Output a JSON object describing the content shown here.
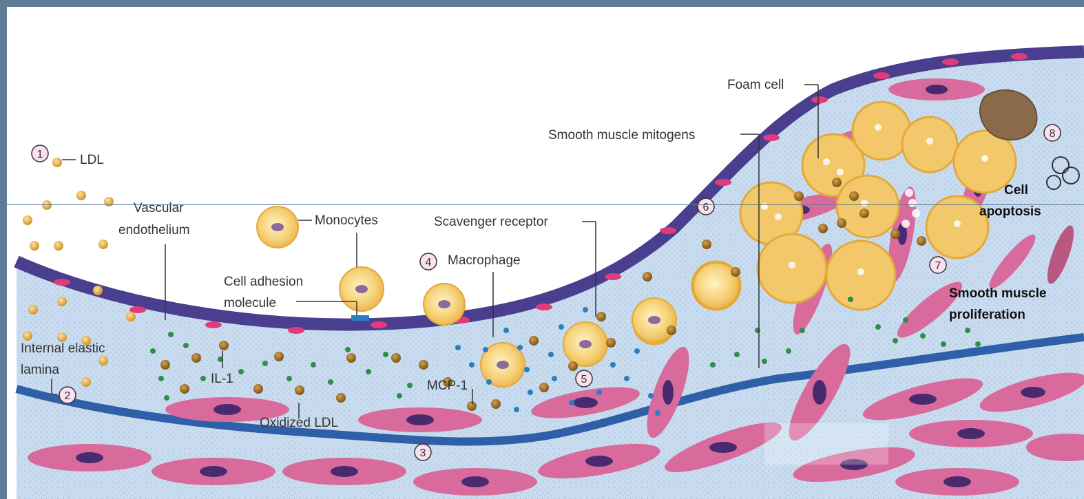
{
  "labels": {
    "ldl": "LDL",
    "vascular_endothelium_1": "Vascular",
    "vascular_endothelium_2": "endothelium",
    "monocytes": "Monocytes",
    "cell_adhesion_1": "Cell adhesion",
    "cell_adhesion_2": "molecule",
    "internal_elastic_1": "Internal elastic",
    "internal_elastic_2": "lamina",
    "il1": "IL-1",
    "oxidized_ldl": "Oxidized LDL",
    "mcp1": "MCP-1",
    "macrophage": "Macrophage",
    "scavenger_receptor": "Scavenger receptor",
    "smooth_muscle_mitogens": "Smooth muscle mitogens",
    "foam_cell": "Foam cell",
    "cell_apoptosis_1": "Cell",
    "cell_apoptosis_2": "apoptosis",
    "smooth_muscle_prolif_1": "Smooth muscle",
    "smooth_muscle_prolif_2": "proliferation"
  },
  "steps": [
    "1",
    "2",
    "3",
    "4",
    "5",
    "6",
    "7",
    "8"
  ],
  "colors": {
    "frame": "#5e7c97",
    "intima": "#c9dcef",
    "endothelium": "#4a3f8f",
    "smooth_muscle": "#d86a9c",
    "elastic_lamina": "#2f5fa8",
    "ldl": "#e0a33a",
    "oxidized_ldl": "#a77422",
    "mcp1_dots": "#2a7fc1",
    "il1_dots": "#2f8f4a",
    "foam_cell": "#f2c86a"
  }
}
